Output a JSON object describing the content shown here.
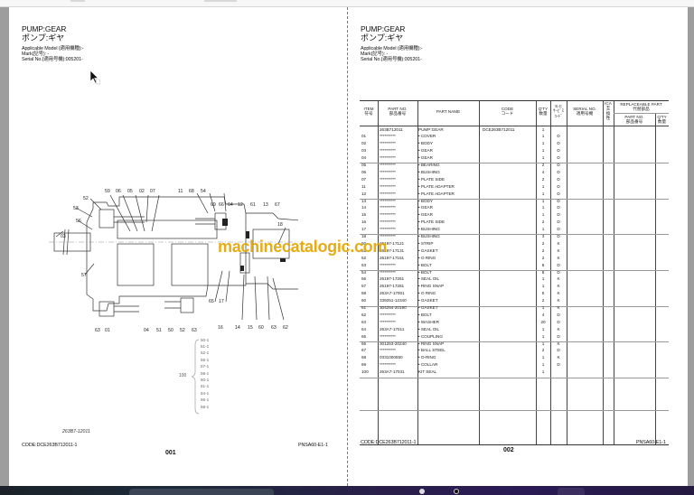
{
  "viewer": {
    "pages": [
      {
        "title_en": "PUMP:GEAR",
        "title_jp": "ポンプ:ギヤ",
        "applicable_model": "Applicable Model (適用機種):-",
        "mark": "Mark(記号): -",
        "serial_no": "Serial No.(適用号機):005201-",
        "figure_code": "263B7-12011",
        "code": "CODE:DCE263B712011-1",
        "doc_ref": "PNSA60-E1-1",
        "page_number": "001"
      },
      {
        "title_en": "PUMP:GEAR",
        "title_jp": "ポンプ:ギヤ",
        "applicable_model": "Applicable Model (適用機種):-",
        "mark": "Mark(記号): -",
        "serial_no": "Serial No.(適用号機):005201-",
        "code": "CODE:DCE263B712011-1",
        "doc_ref": "PNSA60-E1-1",
        "page_number": "002"
      }
    ]
  },
  "diagram": {
    "callouts_top": [
      "59",
      "06",
      "05",
      "02",
      "07",
      "11",
      "68",
      "54"
    ],
    "callouts_top2": [
      "69",
      "66",
      "64",
      "12",
      "61",
      "13",
      "67"
    ],
    "callouts_left": [
      "52",
      "53",
      "56",
      "03",
      "57"
    ],
    "callouts_right": [
      "18"
    ],
    "callouts_mid": [
      "65",
      "17"
    ],
    "callouts_bottom": [
      "63",
      "01",
      "04",
      "51",
      "50",
      "52",
      "63",
      "16",
      "14",
      "15",
      "60",
      "63",
      "62"
    ],
    "kit_number": "100",
    "kit_items": [
      "50-1",
      "51-1",
      "52-1",
      "56-1",
      "57-1",
      "58-1",
      "60-1",
      "61-1",
      "64-1",
      "66-1",
      "68-1"
    ]
  },
  "watermark": "machinecatalogic.com",
  "table": {
    "headers": {
      "item": [
        "ITEM",
        "符号"
      ],
      "part_no": [
        "PART NO.",
        "部品番号"
      ],
      "part_name": "PART NAME",
      "code": [
        "CODE",
        "コード"
      ],
      "qty": [
        "Q'TY",
        "数量"
      ],
      "sc": [
        "S.C",
        "ｻｰﾋﾞｽ",
        "ｺｰﾄﾞ"
      ],
      "serial_no": [
        "SERIAL NO.",
        "適用号機"
      ],
      "ica": [
        "ICA",
        "互",
        "換",
        "性"
      ],
      "replaceable": [
        "REPLACEABLE PART",
        "代替部品"
      ],
      "repl_part_no": [
        "PART NO.",
        "部品番号"
      ],
      "repl_qty": [
        "Q'TY",
        "数量"
      ]
    },
    "rows": [
      {
        "item": "",
        "part_no": "263B712011",
        "name": "PUMP:GEAR",
        "code": "DCE263B712011",
        "qty": "1",
        "sc": ""
      },
      {
        "item": "01",
        "part_no": "**********",
        "name": "• COVER",
        "code": "",
        "qty": "1",
        "sc": "D"
      },
      {
        "item": "02",
        "part_no": "**********",
        "name": "• BODY",
        "code": "",
        "qty": "1",
        "sc": "D"
      },
      {
        "item": "03",
        "part_no": "**********",
        "name": "• GEAR",
        "code": "",
        "qty": "1",
        "sc": "D"
      },
      {
        "item": "04",
        "part_no": "**********",
        "name": "• GEAR",
        "code": "",
        "qty": "1",
        "sc": "D"
      },
      {
        "item": "05",
        "part_no": "**********",
        "name": "• BEARING",
        "code": "",
        "qty": "2",
        "sc": "D"
      },
      {
        "item": "06",
        "part_no": "**********",
        "name": "• BUSHING",
        "code": "",
        "qty": "4",
        "sc": "D"
      },
      {
        "item": "07",
        "part_no": "**********",
        "name": "• PLATE SIDE",
        "code": "",
        "qty": "2",
        "sc": "D"
      },
      {
        "item": "11",
        "part_no": "**********",
        "name": "• PLATE ADAPTER",
        "code": "",
        "qty": "1",
        "sc": "D"
      },
      {
        "item": "12",
        "part_no": "**********",
        "name": "• PLATE ADAPTER",
        "code": "",
        "qty": "1",
        "sc": "D"
      },
      {
        "item": "13",
        "part_no": "**********",
        "name": "• BODY",
        "code": "",
        "qty": "1",
        "sc": "D"
      },
      {
        "item": "14",
        "part_no": "**********",
        "name": "• GEAR",
        "code": "",
        "qty": "1",
        "sc": "D"
      },
      {
        "item": "15",
        "part_no": "**********",
        "name": "• GEAR",
        "code": "",
        "qty": "1",
        "sc": "D"
      },
      {
        "item": "16",
        "part_no": "**********",
        "name": "• PLATE SIDE",
        "code": "",
        "qty": "2",
        "sc": "D"
      },
      {
        "item": "17",
        "part_no": "**********",
        "name": "• BUSHING",
        "code": "",
        "qty": "1",
        "sc": "D"
      },
      {
        "item": "18",
        "part_no": "**********",
        "name": "• BUSHING",
        "code": "",
        "qty": "3",
        "sc": "D"
      },
      {
        "item": "50",
        "part_no": "26197-17121",
        "name": "• STRIP",
        "code": "",
        "qty": "2",
        "sc": "K"
      },
      {
        "item": "51",
        "part_no": "26197-17131",
        "name": "• GASKET",
        "code": "",
        "qty": "2",
        "sc": "K"
      },
      {
        "item": "52",
        "part_no": "26197-17151",
        "name": "• O RING",
        "code": "",
        "qty": "2",
        "sc": "K"
      },
      {
        "item": "53",
        "part_no": "**********",
        "name": "• BOLT",
        "code": "",
        "qty": "8",
        "sc": "D"
      },
      {
        "item": "54",
        "part_no": "**********",
        "name": "• BOLT",
        "code": "",
        "qty": "8",
        "sc": "D"
      },
      {
        "item": "56",
        "part_no": "26197-17261",
        "name": "• SEAL OIL",
        "code": "",
        "qty": "1",
        "sc": "K"
      },
      {
        "item": "57",
        "part_no": "26197-17281",
        "name": "• RING SNAP",
        "code": "",
        "qty": "1",
        "sc": "K"
      },
      {
        "item": "58",
        "part_no": "263A7-17001",
        "name": "• O RING",
        "code": "",
        "qty": "5",
        "sc": "K"
      },
      {
        "item": "60",
        "part_no": "339251-12340",
        "name": "• GASKET",
        "code": "",
        "qty": "2",
        "sc": "K"
      },
      {
        "item": "61",
        "part_no": "304254-20190",
        "name": "• GASKET",
        "code": "",
        "qty": "1",
        "sc": "K"
      },
      {
        "item": "62",
        "part_no": "**********",
        "name": "• BOLT",
        "code": "",
        "qty": "4",
        "sc": "D"
      },
      {
        "item": "63",
        "part_no": "**********",
        "name": "• WASHER",
        "code": "",
        "qty": "20",
        "sc": "D"
      },
      {
        "item": "64",
        "part_no": "263A7-17011",
        "name": "• SEAL OIL",
        "code": "",
        "qty": "1",
        "sc": "K"
      },
      {
        "item": "65",
        "part_no": "**********",
        "name": "• COUPLING",
        "code": "",
        "qty": "1",
        "sc": "D"
      },
      {
        "item": "66",
        "part_no": "301253-20240",
        "name": "• RING SNAP",
        "code": "",
        "qty": "1",
        "sc": "K"
      },
      {
        "item": "67",
        "part_no": "**********",
        "name": "• BALL STEEL",
        "code": "",
        "qty": "2",
        "sc": "D"
      },
      {
        "item": "68",
        "part_no": "0331000550",
        "name": "• O-RING",
        "code": "",
        "qty": "1",
        "sc": "K"
      },
      {
        "item": "69",
        "part_no": "**********",
        "name": "• COLLAR",
        "code": "",
        "qty": "1",
        "sc": "D"
      },
      {
        "item": "100",
        "part_no": "263A7-17031",
        "name": "KIT SEAL",
        "code": "",
        "qty": "1",
        "sc": ""
      }
    ]
  }
}
